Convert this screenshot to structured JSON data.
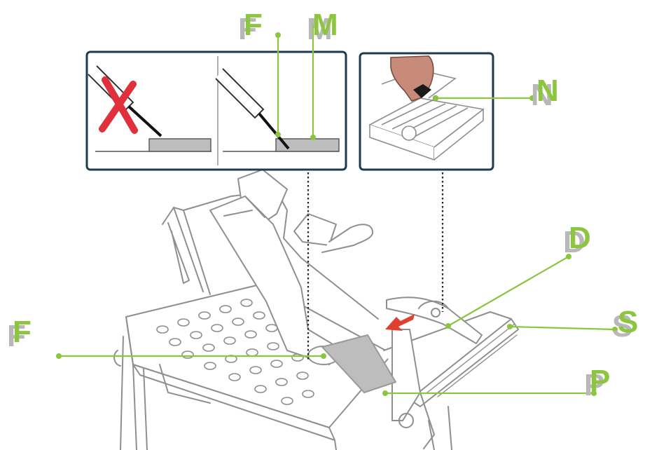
{
  "colors": {
    "label_green": "#8cc63f",
    "leader_green": "#8cc63f",
    "label_shadow": "#b8b8b8",
    "panel_border": "#1f3b4d",
    "machine_outline": "#8f8f8f",
    "cross_red": "#e0303c",
    "arrow_red": "#e04030",
    "hand_skin": "#c98b79",
    "tile_grey": "#bdbdbd"
  },
  "labels": {
    "f_top": "F",
    "m_top": "M",
    "n": "N",
    "d": "D",
    "s": "S",
    "f_left": "F",
    "p": "P"
  },
  "icons": {
    "wrong_mark": "cross-icon",
    "push_direction": "arrow-icon",
    "hand": "hand-icon"
  }
}
